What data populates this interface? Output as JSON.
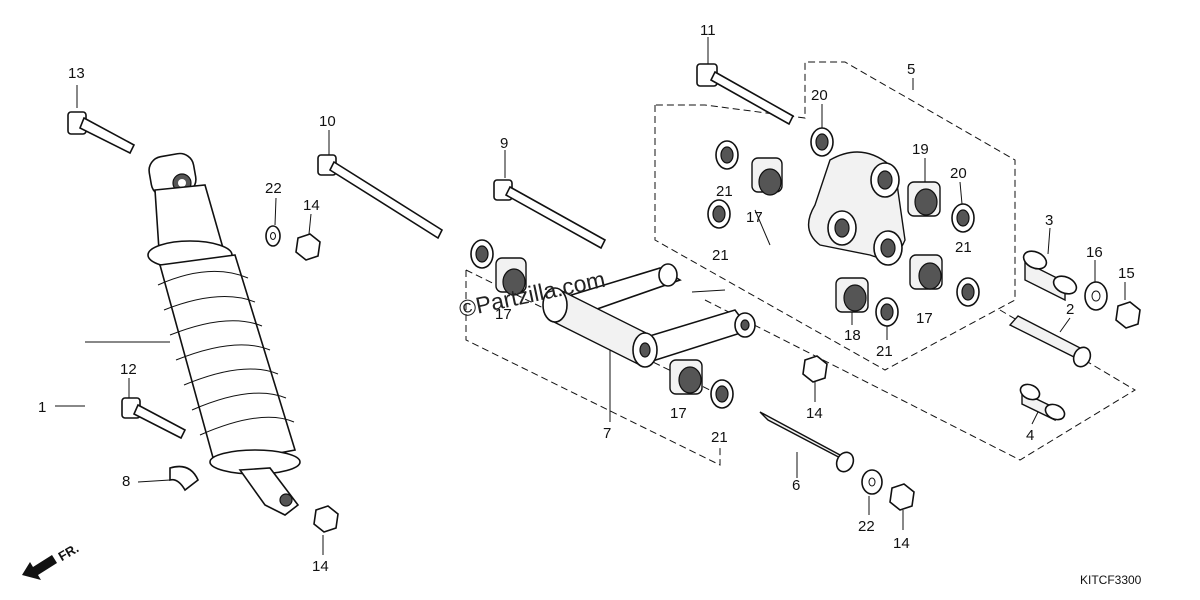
{
  "diagram": {
    "code": "KITCF3300",
    "watermark": "©Partzilla.com",
    "front_label": "FR.",
    "part_labels": [
      "1",
      "2",
      "3",
      "4",
      "5",
      "6",
      "7",
      "8",
      "9",
      "10",
      "11",
      "12",
      "13",
      "14",
      "15",
      "16",
      "17",
      "18",
      "19",
      "20",
      "21",
      "22"
    ]
  }
}
